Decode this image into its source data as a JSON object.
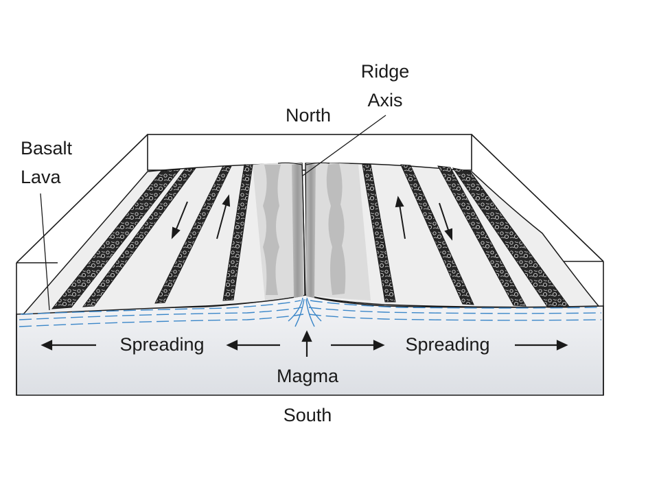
{
  "labels": {
    "ridge": "Ridge",
    "axis": "Axis",
    "north": "North",
    "basalt": "Basalt",
    "lava": "Lava",
    "spreading_left": "Spreading",
    "spreading_right": "Spreading",
    "magma": "Magma",
    "south": "South"
  },
  "colors": {
    "outline": "#1a1a1a",
    "fluid_lines": "#3a86c8",
    "block_fill": "#e6e8ec",
    "surface_light": "#f1f1f1",
    "surface_grey": "#c9c9c9",
    "basalt_band": "#2b2b2b"
  },
  "icons": [
    "arrow-left-icon",
    "arrow-right-icon",
    "arrow-up-icon",
    "arrow-down-icon"
  ]
}
